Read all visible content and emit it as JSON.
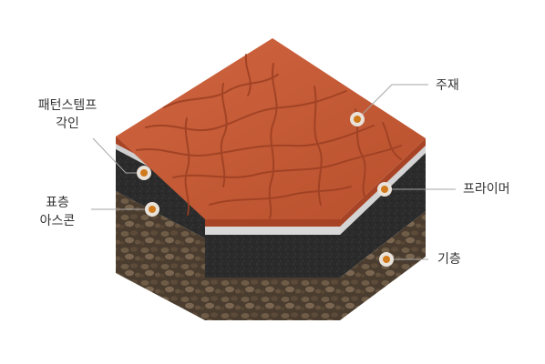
{
  "diagram": {
    "labels": {
      "top_coat": "주재",
      "primer": "프라이머",
      "base_layer": "기층",
      "pattern_stamp_line1": "패턴스템프",
      "pattern_stamp_line2": "각인",
      "surface_ascon_line1": "표층",
      "surface_ascon_line2": "아스콘"
    },
    "colors": {
      "stamp_surface": "#c65a35",
      "stamp_edge": "#a84426",
      "asphalt": "#2a2a2a",
      "primer_band": "#d9d9d9",
      "soil_base": "#5a4a3a",
      "marker_ring": "#e9e2da",
      "marker_dot": "#d07a1c",
      "leader_line": "#a6a6a6"
    }
  }
}
